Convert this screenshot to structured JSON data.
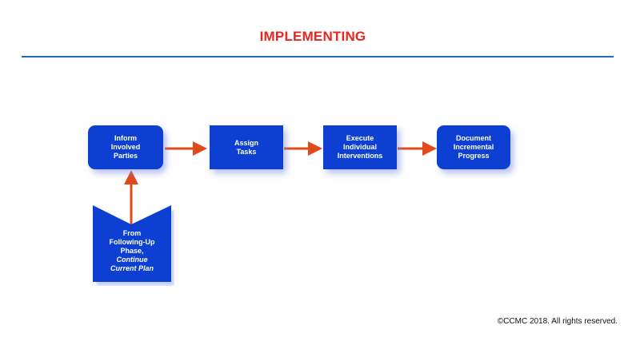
{
  "title": "IMPLEMENTING",
  "colors": {
    "title": "#e8261f",
    "rule": "#2a64c5",
    "box": "#0d3fd2",
    "arrow": "#e24a1c"
  },
  "steps": [
    {
      "lines": [
        "Inform",
        "Involved",
        "Parties"
      ]
    },
    {
      "lines": [
        "Assign",
        "Tasks"
      ]
    },
    {
      "lines": [
        "Execute",
        "Individual",
        "Interventions"
      ]
    },
    {
      "lines": [
        "Document",
        "Incremental",
        "Progress"
      ]
    }
  ],
  "entry": {
    "lines": [
      "From",
      "Following-Up",
      "Phase,"
    ],
    "italic_lines": [
      "Continue",
      "Current Plan"
    ]
  },
  "copyright": "©CCMC 2018. All rights reserved."
}
